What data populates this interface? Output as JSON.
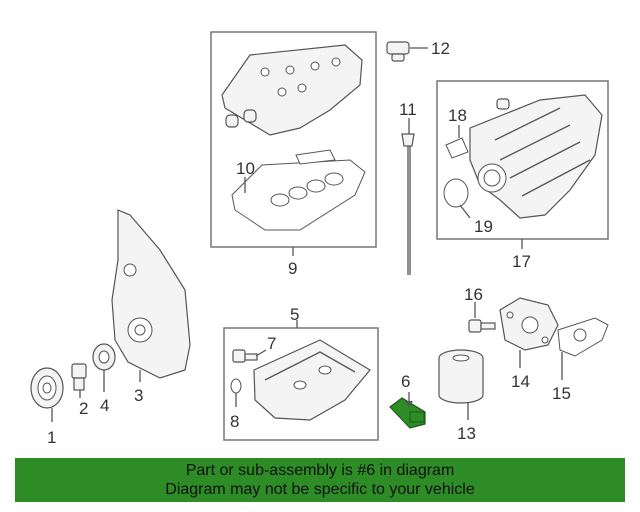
{
  "callouts": {
    "c1": "1",
    "c2": "2",
    "c3": "3",
    "c4": "4",
    "c5": "5",
    "c6": "6",
    "c7": "7",
    "c8": "8",
    "c9": "9",
    "c10": "10",
    "c11": "11",
    "c12": "12",
    "c13": "13",
    "c14": "14",
    "c15": "15",
    "c16": "16",
    "c17": "17",
    "c18": "18",
    "c19": "19"
  },
  "highlight_color": "#2d8c25",
  "banner": {
    "line1": "Part or sub-assembly is #6 in diagram",
    "line2": "Diagram may not be specific to your vehicle"
  }
}
